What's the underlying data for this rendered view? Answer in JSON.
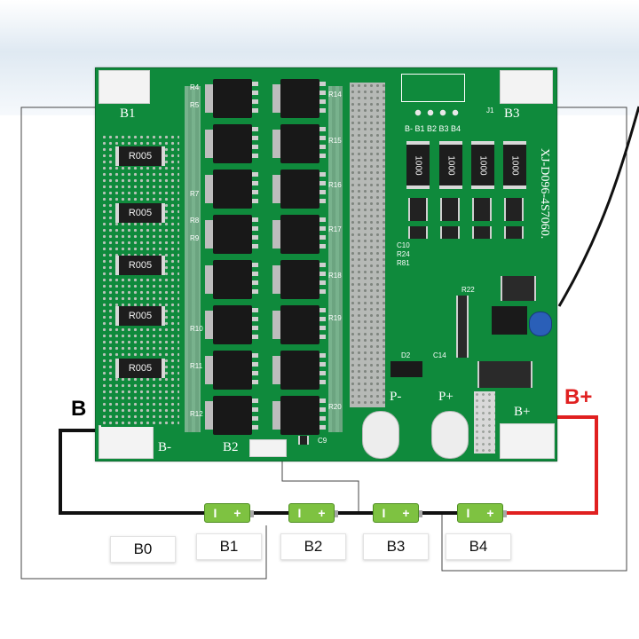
{
  "labels": {
    "b_minus_side": "B",
    "b_plus": "B+"
  },
  "board": {
    "pad_b1": "B1",
    "pad_b3": "B3",
    "pad_b_minus": "B-",
    "pad_b2": "B2",
    "pad_p_minus": "P-",
    "pad_p_plus": "P+",
    "pad_b_plus": "B+",
    "model": "XJ-D096-4S7060.",
    "header_labels": "B-  B1 B2 B3 B4",
    "shunts": [
      "R005",
      "R005",
      "R005",
      "R005",
      "R005"
    ],
    "balance_resistors": [
      "1000",
      "1000",
      "1000",
      "1000"
    ],
    "resistor_labels": [
      "R14",
      "R15",
      "R16",
      "R17",
      "R18",
      "R19",
      "R20",
      "R4",
      "R5",
      "R7",
      "R8",
      "R9",
      "R10",
      "R11",
      "R12"
    ],
    "misc_labels": [
      "C10",
      "R24",
      "R81",
      "R22",
      "C14",
      "D2",
      "J1",
      "C9"
    ]
  },
  "cells": [
    {
      "label": "B1",
      "minus": "I",
      "plus": "+"
    },
    {
      "label": "B2",
      "minus": "I",
      "plus": "+"
    },
    {
      "label": "B3",
      "minus": "I",
      "plus": "+"
    },
    {
      "label": "B4",
      "minus": "I",
      "plus": "+"
    }
  ],
  "cell_boxes": [
    "B0",
    "B1",
    "B2",
    "B3",
    "B4"
  ],
  "colors": {
    "board": "#0f8a3c",
    "wire_main": "#111111",
    "wire_positive": "#e02020",
    "wire_sense": "#444444",
    "cell": "#7ec241"
  }
}
